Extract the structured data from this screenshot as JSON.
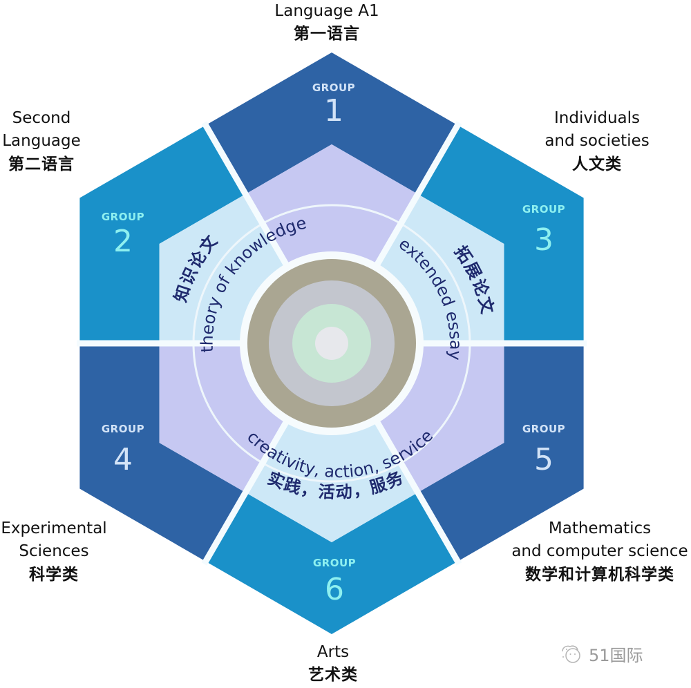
{
  "colors": {
    "navy": "#2e63a5",
    "medium_blue": "#1a91c9",
    "inner_light_blue": "#cde8f7",
    "inner_lavender": "#c6c8f2",
    "ring_khaki": "#aaa692",
    "ring_gray": "#c3c6ce",
    "ring_green": "#c7e6d4",
    "ring_center": "#e7e8ec",
    "navy_text": "#d2e3f7",
    "cyan_text": "#8ef0f0",
    "core_text": "#1f2a6e"
  },
  "groups": [
    {
      "word": "GROUP",
      "number": "1",
      "label_en": [
        "Language A1"
      ],
      "label_zh": "第一语言"
    },
    {
      "word": "GROUP",
      "number": "2",
      "label_en": [
        "Second",
        "Language"
      ],
      "label_zh": "第二语言"
    },
    {
      "word": "GROUP",
      "number": "3",
      "label_en": [
        "Individuals",
        "and societies"
      ],
      "label_zh": "人文类"
    },
    {
      "word": "GROUP",
      "number": "4",
      "label_en": [
        "Experimental",
        "Sciences"
      ],
      "label_zh": "科学类"
    },
    {
      "word": "GROUP",
      "number": "5",
      "label_en": [
        "Mathematics",
        "and computer science"
      ],
      "label_zh": "数学和计算机科学类"
    },
    {
      "word": "GROUP",
      "number": "6",
      "label_en": [
        "Arts"
      ],
      "label_zh": "艺术类"
    }
  ],
  "core": {
    "tok_en": "theory of knowledge",
    "tok_zh": "知识论文",
    "ee_en": "extended essay",
    "ee_zh": "拓展论文",
    "cas_en": "creativity, action, service",
    "cas_zh": "实践，活动，服务"
  },
  "watermark": {
    "text": "51国际",
    "icon": "wechat-smile-icon"
  }
}
